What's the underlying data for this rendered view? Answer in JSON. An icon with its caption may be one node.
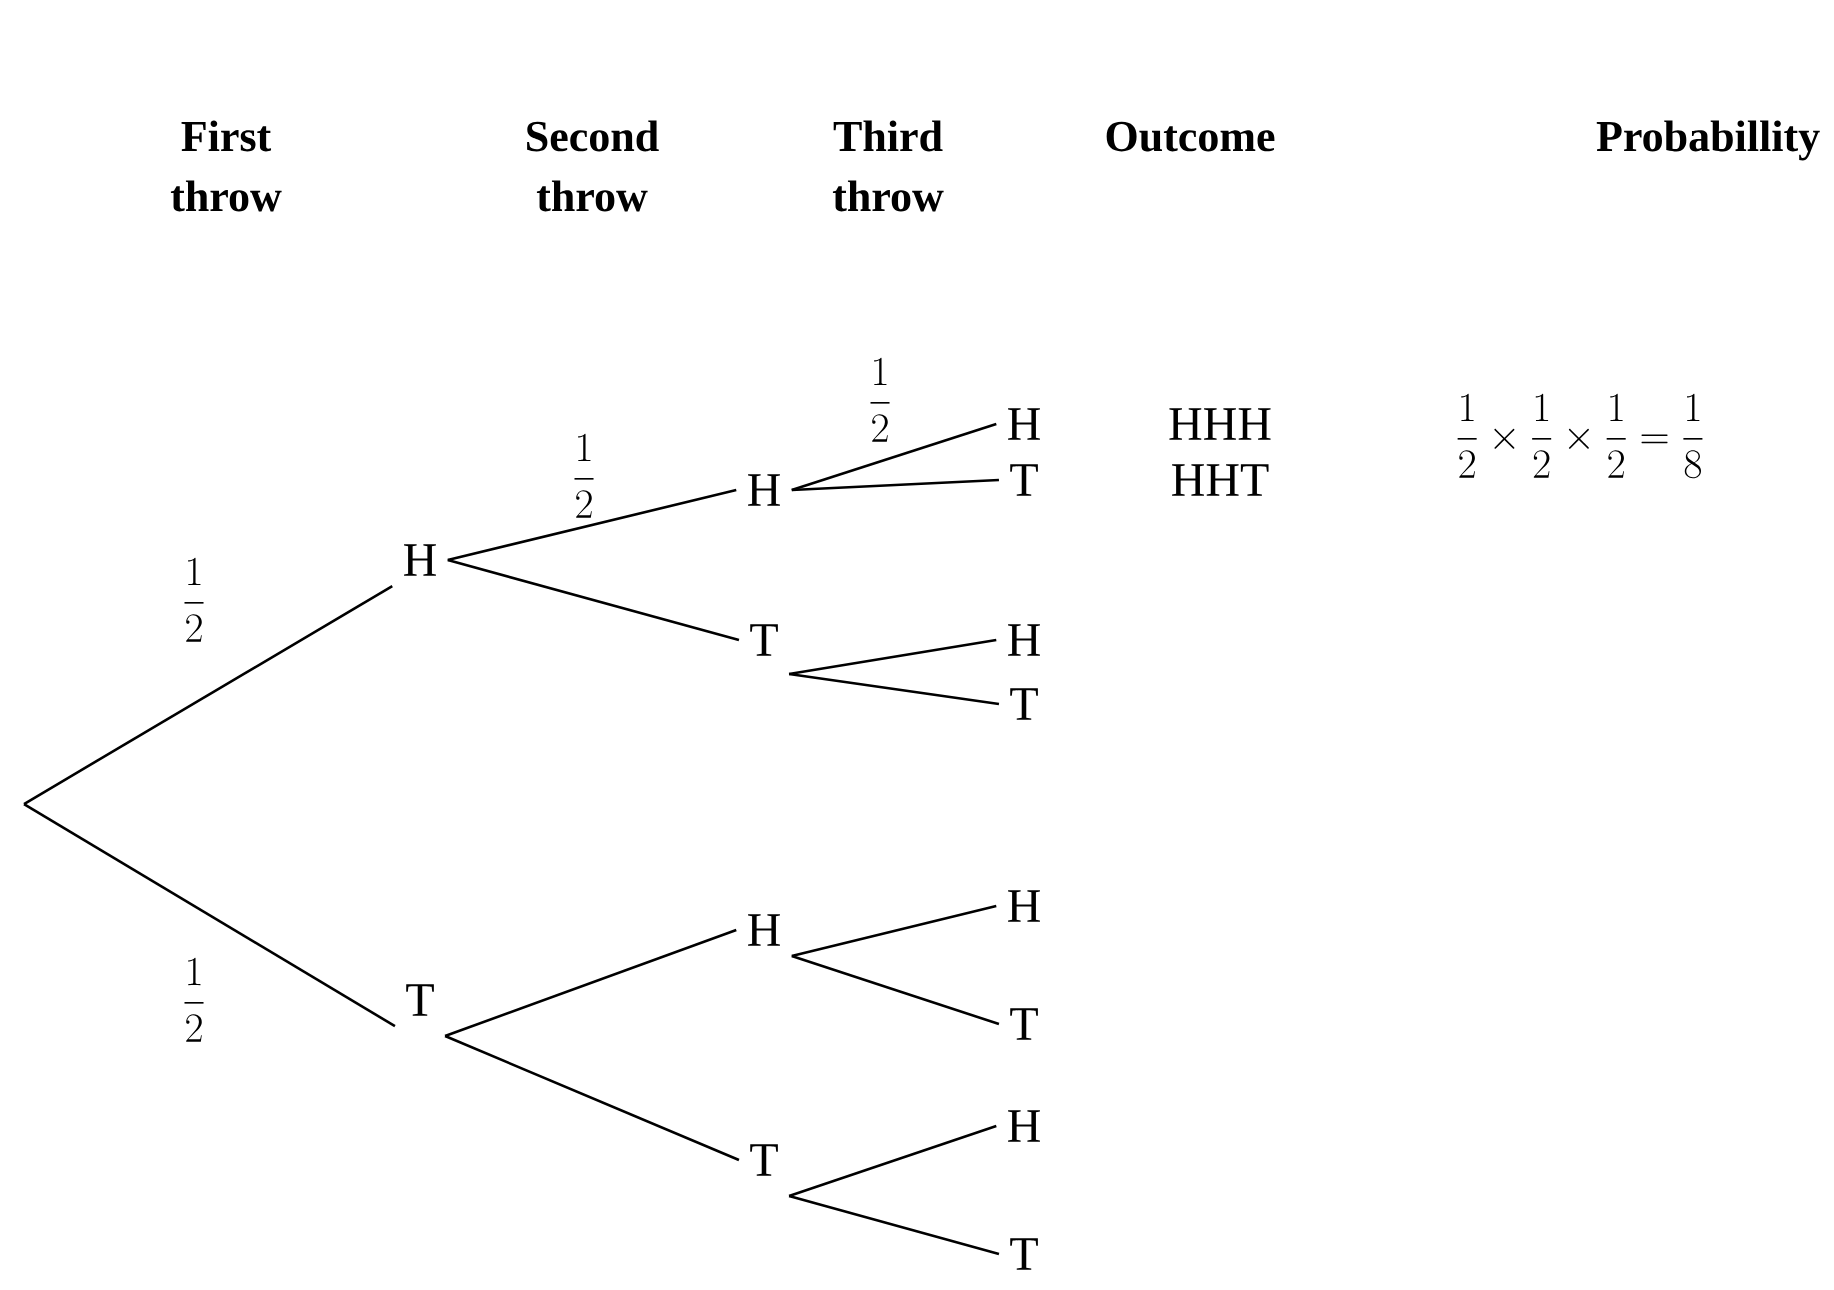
{
  "diagram": {
    "nodes": [
      {
        "text": [
          "H"
        ]
      },
      {
        "text": [
          "T"
        ]
      },
      {
        "text": [
          "H"
        ]
      },
      {
        "text": [
          "T"
        ]
      },
      {
        "text": [
          "H"
        ]
      },
      {
        "text": [
          "T"
        ]
      },
      {
        "text": [
          "H"
        ]
      },
      {
        "text": [
          "T"
        ]
      },
      {
        "text": [
          "H"
        ]
      },
      {
        "text": [
          "T"
        ]
      },
      {
        "text": [
          "H"
        ]
      },
      {
        "text": [
          "T"
        ]
      },
      {
        "text": [
          "H"
        ]
      },
      {
        "text": [
          "T"
        ]
      }
    ],
    "edges": [
      {
        "from": null,
        "to": 0,
        "arrow": "none",
        "label": "\\frac{1}{2}"
      },
      {
        "from": null,
        "to": 1,
        "arrow": "none",
        "label": "\\frac{1}{2}"
      },
      {
        "from": 0,
        "to": 2,
        "arrow": "none",
        "label": "\\frac{1}{2}"
      },
      {
        "from": 0,
        "to": 3,
        "arrow": "none"
      },
      {
        "from": 1,
        "to": 4,
        "arrow": "none"
      },
      {
        "from": 1,
        "to": 5,
        "arrow": "none"
      },
      {
        "from": 2,
        "to": 6,
        "arrow": "none",
        "label": "\\frac{1}{2}"
      },
      {
        "from": 2,
        "to": 7,
        "arrow": "none"
      },
      {
        "from": 3,
        "to": 8,
        "arrow": "none"
      },
      {
        "from": 3,
        "to": 9,
        "arrow": "none"
      },
      {
        "from": 4,
        "to": 10,
        "arrow": "none"
      },
      {
        "from": 4,
        "to": 11,
        "arrow": "none"
      },
      {
        "from": 5,
        "to": 12,
        "arrow": "none"
      },
      {
        "from": 5,
        "to": 13,
        "arrow": "none"
      }
    ],
    "labels": [
      "First throw",
      "Second throw",
      "Third throw",
      "Outcome",
      "Probabillity",
      "HHH",
      "\\frac{1}{2} \\times \\frac{1}{2} \\times \\frac{1}{2} = \\frac{1}{8}",
      "HHT"
    ]
  }
}
